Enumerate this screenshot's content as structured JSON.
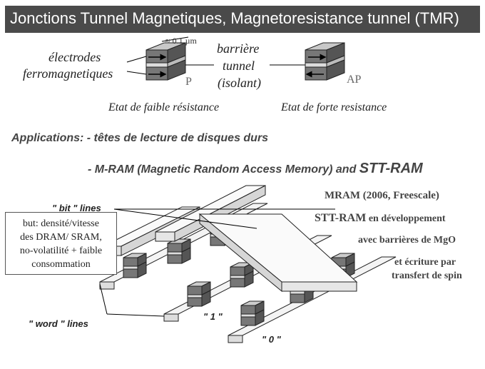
{
  "title": "Jonctions Tunnel Magnetiques, Magnetoresistance tunnel (TMR)",
  "junction": {
    "dimension": "≈ 0.1 µm",
    "electrodes_line1": "électrodes",
    "electrodes_line2": "ferromagnetiques",
    "barrier_line1": "barrière",
    "barrier_line2": "tunnel",
    "barrier_line3": "(isolant)",
    "label_p": "P",
    "label_ap": "AP",
    "state_low": "Etat de faible résistance",
    "state_high": "Etat de forte resistance"
  },
  "applications": {
    "line1": "Applications: - têtes de lecture de disques durs",
    "line2_prefix": "- M-RAM (Magnetic Random Access Memor",
    "line2_mid": "y) and ",
    "line2_suffix": "STT-RAM"
  },
  "mram": {
    "bit_lines": "\" bit \" lines",
    "word_lines": "\" word \" lines",
    "label_one": "\" 1 \"",
    "label_zero": "\" 0 \"",
    "note": [
      "but: densité/vitesse",
      "des DRAM/ SRAM,",
      "no-volatilité + faible",
      "consommation"
    ],
    "info_1": "MRAM (2006, Freescale)",
    "info_2_bold": "STT-RAM",
    "info_2_rest": " en développement",
    "info_3": "avec barrières de MgO",
    "info_4": "et écriture par",
    "info_5": "transfert de spin"
  },
  "colors": {
    "title_bg": "#4a4a4a",
    "layer_dark": "#555555",
    "layer_light": "#8a8a8a",
    "rail": "#f4f4f4"
  }
}
